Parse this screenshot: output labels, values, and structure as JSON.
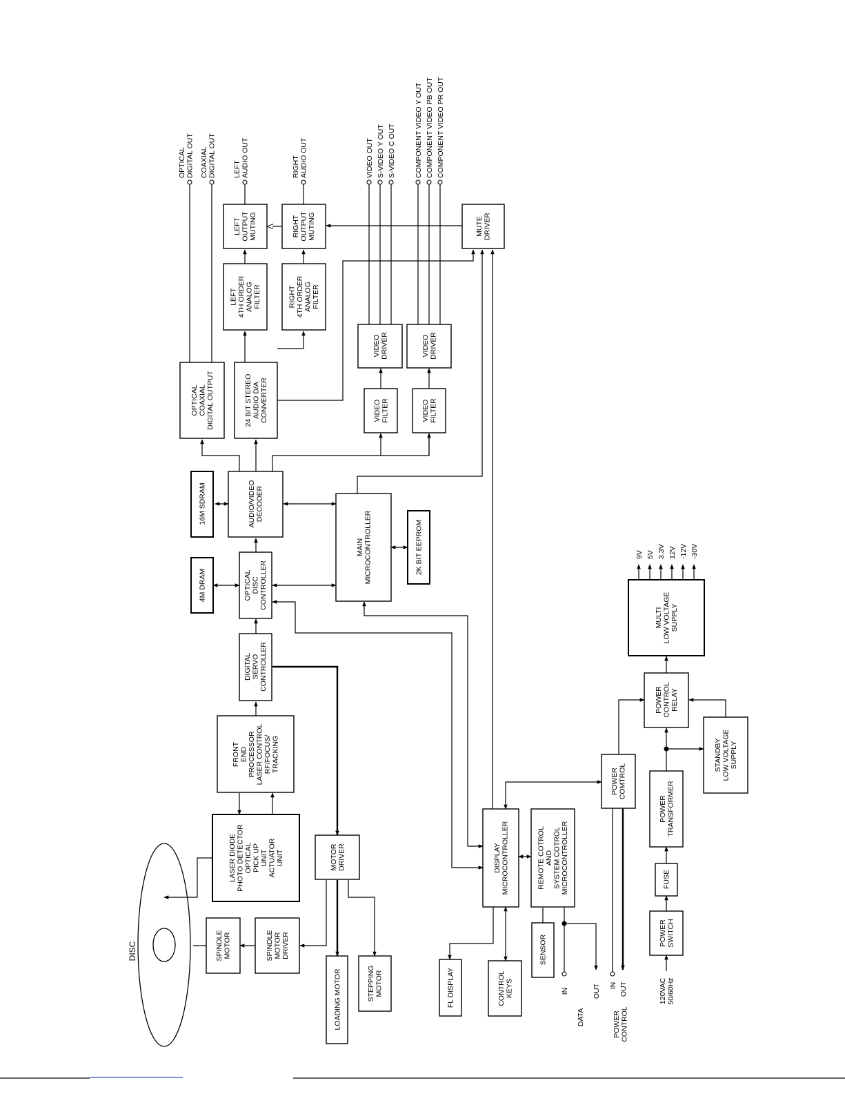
{
  "blocks": {
    "optical_out": [
      "OPTICAL",
      "COAXIAL",
      "DIGITAL OUTPUT"
    ],
    "audio_da": [
      "24 BIT STEREO",
      "AUDIO D/A",
      "CONVERTER"
    ],
    "left_filter": [
      "LEFT",
      "4TH ORDER",
      "ANALOG",
      "FILTER"
    ],
    "right_filter": [
      "RIGHT",
      "4TH ORDER",
      "ANALOG",
      "FILTER"
    ],
    "left_mute": [
      "LEFT",
      "OUTPUT",
      "MUTING"
    ],
    "right_mute": [
      "RIGHT",
      "OUTPUT",
      "MUTING"
    ],
    "video_filter_1": [
      "VIDEO",
      "FILTER"
    ],
    "video_filter_2": [
      "VIDEO",
      "FILTER"
    ],
    "video_driver_1": [
      "VIDEO",
      "DRIVER"
    ],
    "video_driver_2": [
      "VIDEO",
      "DRIVER"
    ],
    "mute_driver": [
      "MUTE",
      "DRIVER"
    ],
    "sdram": [
      "16M SDRAM"
    ],
    "av_decoder": [
      "AUDIO/VIDEO",
      "DECODER"
    ],
    "dram": [
      "4M DRAM"
    ],
    "disc_ctrl": [
      "OPTICAL",
      "DISC",
      "CONTROLLER"
    ],
    "main_mcu": [
      "MAIN",
      "MICROCONTROLLER"
    ],
    "eeprom": [
      "2K BIT EEPROM"
    ],
    "servo": [
      "DIGITAL",
      "SERVO",
      "CONTROLLER"
    ],
    "front_end": [
      "FRONT",
      "END",
      "PROCESSOR",
      "LASER CONTROL",
      "RF/FOCUS/",
      "TRACKING"
    ],
    "pickup": [
      "LASER DIODE",
      "PHOTO DETECTOR",
      "OPTICAL",
      "PICK UP",
      "UNIT",
      "ACTUATOR",
      "UNIT"
    ],
    "motor_driver": [
      "MOTOR",
      "DRIVER"
    ],
    "spindle_motor": [
      "SPINDLE",
      "MOTOR"
    ],
    "spindle_driver": [
      "SPINDLE",
      "MOTOR",
      "DRIVER"
    ],
    "loading_motor": [
      "LOADING MOTOR"
    ],
    "stepping_motor": [
      "STEPPING",
      "MOTOR"
    ],
    "display_mcu": [
      "DISPLAY",
      "MICROCONTROLLER"
    ],
    "remote_mcu": [
      "REMOTE COTROL",
      "AND",
      "SYSTEM COTROL",
      "MICROCONTROLLER"
    ],
    "sensor": [
      "SENSOR"
    ],
    "fl_display": [
      "FL DISPLAY"
    ],
    "control_keys": [
      "CONTROL",
      "KEYS"
    ],
    "power_control": [
      "POWER",
      "COMTROL"
    ],
    "power_relay": [
      "POWER",
      "CONTROL",
      "RELAY"
    ],
    "multi_supply": [
      "MULTI",
      "LOW VOLTAGE",
      "SUPPLY"
    ],
    "standby_supply": [
      "STANDBY",
      "LOW VOLTAGE",
      "SUPPLY"
    ],
    "power_transformer": [
      "POWER",
      "TRANSFORMER"
    ],
    "fuse": [
      "FUSE"
    ],
    "power_switch": [
      "POWER",
      "SWITCH"
    ]
  },
  "outputs": {
    "optical_digital": [
      "OPTICAL",
      "DIGITAL OUT"
    ],
    "coaxial_digital": [
      "COAXIAL",
      "DIGITAL OUT"
    ],
    "left_audio": [
      "LEFT",
      "AUDIO OUT"
    ],
    "right_audio": [
      "RIGHT",
      "AUDIO OUT"
    ],
    "video_out": "VIDEO OUT",
    "svideo_y": "S-VIDEO Y OUT",
    "svideo_c": "S-VIDEO C OUT",
    "comp_y": "COMPONENT VIDEO Y OUT",
    "comp_pb": "COMPONENT VIDEO PB OUT",
    "comp_pr": "COMPONENT VIDEO PR OUT"
  },
  "voltages": [
    "9V",
    "5V",
    "3.3V",
    "12V",
    "-12V",
    "-30V"
  ],
  "labels": {
    "disc": "DISC",
    "data_in": "IN",
    "data_out": "OUT",
    "data": "DATA",
    "power_in": "IN",
    "power_out": "OUT",
    "power_control": [
      "POWER",
      "CONTROL"
    ],
    "mains": [
      "120VAC",
      "50/60Hz"
    ]
  }
}
